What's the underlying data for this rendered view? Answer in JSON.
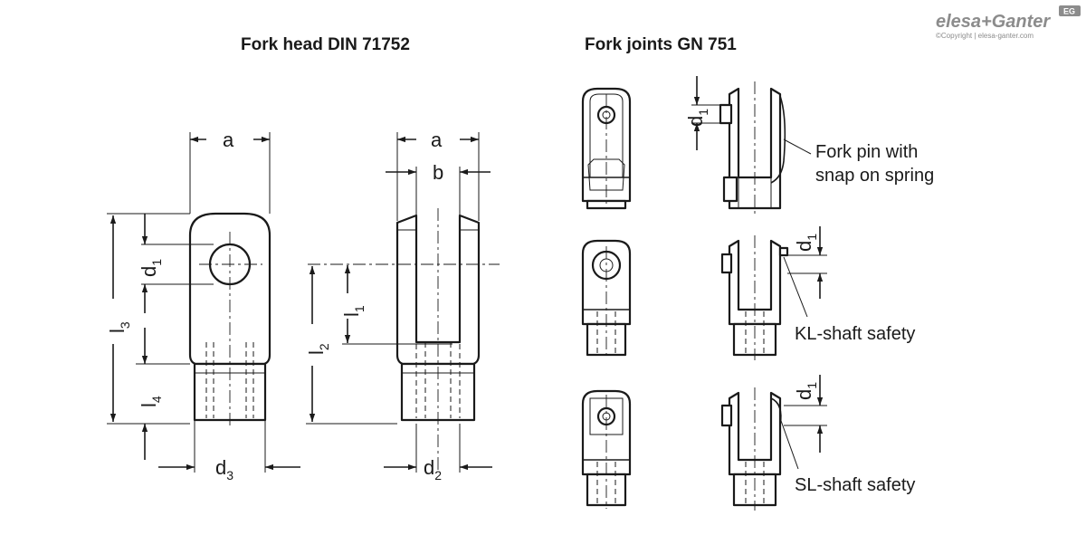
{
  "titles": {
    "left": "Fork head DIN 71752",
    "right": "Fork joints GN 751"
  },
  "dims": {
    "a": "a",
    "b": "b",
    "d": "d",
    "l": "l",
    "sub1": "1",
    "sub2": "2",
    "sub3": "3",
    "sub4": "4"
  },
  "notes": {
    "fork_pin_line1": "Fork pin with",
    "fork_pin_line2": "snap on spring",
    "kl": "KL-shaft safety",
    "sl": "SL-shaft safety"
  },
  "logo": {
    "brand": "elesa+Ganter",
    "badge": "EG",
    "copyright": "©Copyright | elesa-ganter.com"
  }
}
